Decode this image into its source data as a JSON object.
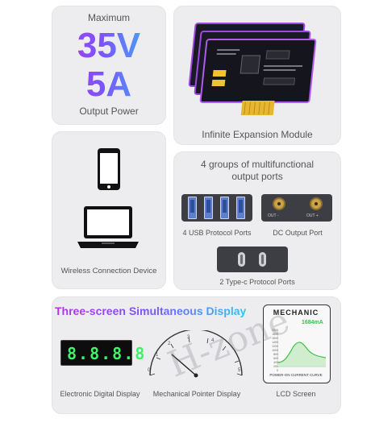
{
  "power": {
    "top": "Maximum",
    "volt": "35V",
    "amp": "5A",
    "bottom": "Output Power"
  },
  "expansion": {
    "label": "Infinite Expansion Module"
  },
  "wireless": {
    "label": "Wireless Connection Device"
  },
  "ports": {
    "title_line1": "4 groups of multifunctional",
    "title_line2": "output ports",
    "usb_label": "4 USB Protocol Ports",
    "dc_label": "DC Output Port",
    "dc_out_minus": "OUT -",
    "dc_out_plus": "OUT +",
    "typec_label": "2 Type-c Protocol Ports"
  },
  "display": {
    "title": "Three-screen Simultaneous Display",
    "digital_value": "8.8.8.8",
    "digital_label": "Electronic Digital Display",
    "pointer_label": "Mechanical Pointer Display",
    "lcd_label": "LCD Screen",
    "lcd_brand": "MECHANIC",
    "lcd_reading": "1684mA",
    "lcd_caption": "POWER-ON CURRENT CURVE",
    "lcd_y_ticks": [
      "2000",
      "1800",
      "1600",
      "1400",
      "1200",
      "1000",
      "800",
      "600",
      "400",
      "200",
      "0"
    ],
    "dial_ticks": [
      "0",
      "1",
      "2",
      "3",
      "4",
      "5"
    ]
  },
  "watermark": "H-zone",
  "colors": {
    "card": "#ededf0",
    "accent_purple": "#b234e6",
    "accent_blue": "#2ec6f0",
    "lcd_green": "#3fc04b"
  }
}
